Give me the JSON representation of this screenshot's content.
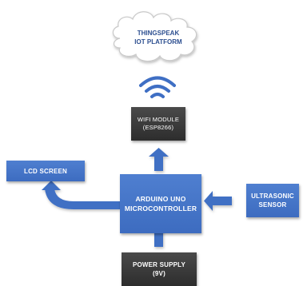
{
  "cloud": {
    "label_line1": "THINGSPEAK",
    "label_line2": "IOT PLATFORM"
  },
  "wifi_module": {
    "line1": "WIFI MODULE",
    "line2": "(ESP8266)"
  },
  "lcd": {
    "label": "LCD SCREEN"
  },
  "arduino": {
    "line1": "ARDUINO UNO",
    "line2": "MICROCONTROLLER"
  },
  "ultrasonic": {
    "line1": "ULTRASONIC",
    "line2": "SENSOR"
  },
  "power": {
    "line1": "POWER SUPPLY",
    "line2": "(9V)"
  },
  "colors": {
    "box_blue": "#4472c4",
    "box_dark": "#3a3a3a",
    "arrow_blue": "#3f6fc4",
    "cloud_text": "#2d4f90"
  },
  "icons": {
    "wifi": "wifi-signal-icon",
    "cloud": "cloud-shape"
  }
}
